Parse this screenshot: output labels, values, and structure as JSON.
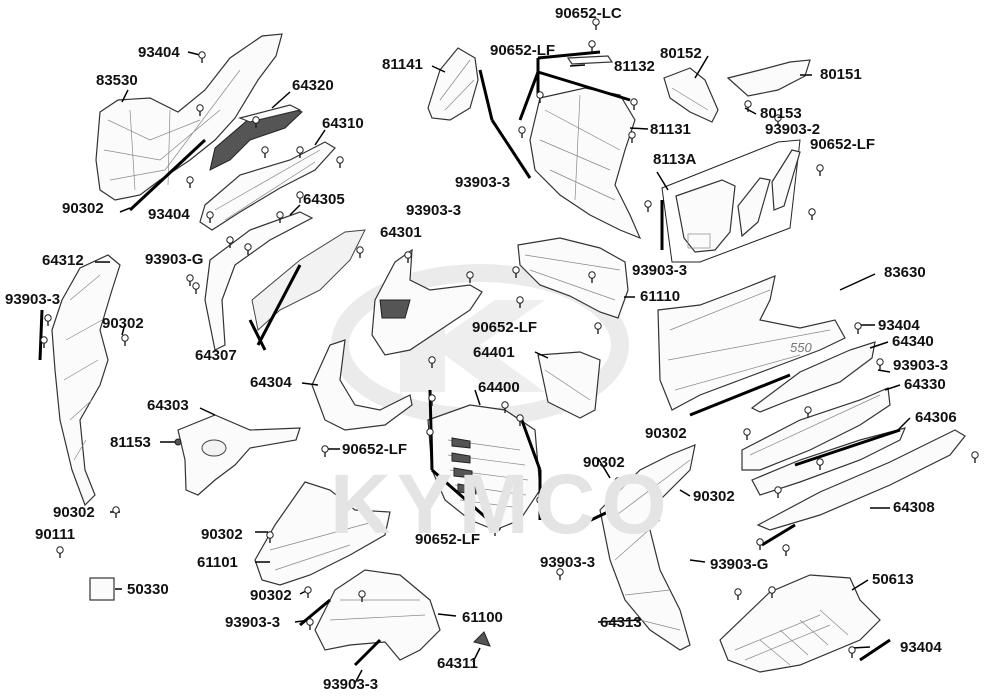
{
  "watermark": "KYMCO",
  "labels": {
    "l_90652_lc": "90652-LC",
    "l_93404_a": "93404",
    "l_81141": "81141",
    "l_90652_lf_a": "90652-LF",
    "l_81132": "81132",
    "l_80152": "80152",
    "l_80151": "80151",
    "l_83530": "83530",
    "l_64320": "64320",
    "l_80153": "80153",
    "l_64310": "64310",
    "l_81131": "81131",
    "l_93903_2": "93903-2",
    "l_8113a": "8113A",
    "l_90652_lf_b": "90652-LF",
    "l_93903_3_a": "93903-3",
    "l_90302_a": "90302",
    "l_93404_b": "93404",
    "l_64305": "64305",
    "l_93903_3_b": "93903-3",
    "l_64312": "64312",
    "l_93903_g_a": "93903-G",
    "l_64301": "64301",
    "l_93903_3_c": "93903-3",
    "l_83630": "83630",
    "l_61110": "61110",
    "l_93903_3_d": "93903-3",
    "l_90302_b": "90302",
    "l_90652_lf_c": "90652-LF",
    "l_93404_c": "93404",
    "l_64340": "64340",
    "l_64401": "64401",
    "l_64307": "64307",
    "l_93903_3_e": "93903-3",
    "l_64304": "64304",
    "l_64400": "64400",
    "l_64330": "64330",
    "l_64303": "64303",
    "l_90302_c": "90302",
    "l_64306": "64306",
    "l_81153": "81153",
    "l_90652_lf_d": "90652-LF",
    "l_90302_d": "90302",
    "l_90302_e": "90302",
    "l_64308": "64308",
    "l_90302_f": "90302",
    "l_90111": "90111",
    "l_90302_g": "90302",
    "l_90652_lf_e": "90652-LF",
    "l_61101": "61101",
    "l_93903_3_f": "93903-3",
    "l_93903_g_b": "93903-G",
    "l_50613": "50613",
    "l_50330": "50330",
    "l_90302_h": "90302",
    "l_61100": "61100",
    "l_93903_3_g": "93903-3",
    "l_64313": "64313",
    "l_93404_d": "93404",
    "l_64311": "64311",
    "l_93903_3_h": "93903-3"
  }
}
